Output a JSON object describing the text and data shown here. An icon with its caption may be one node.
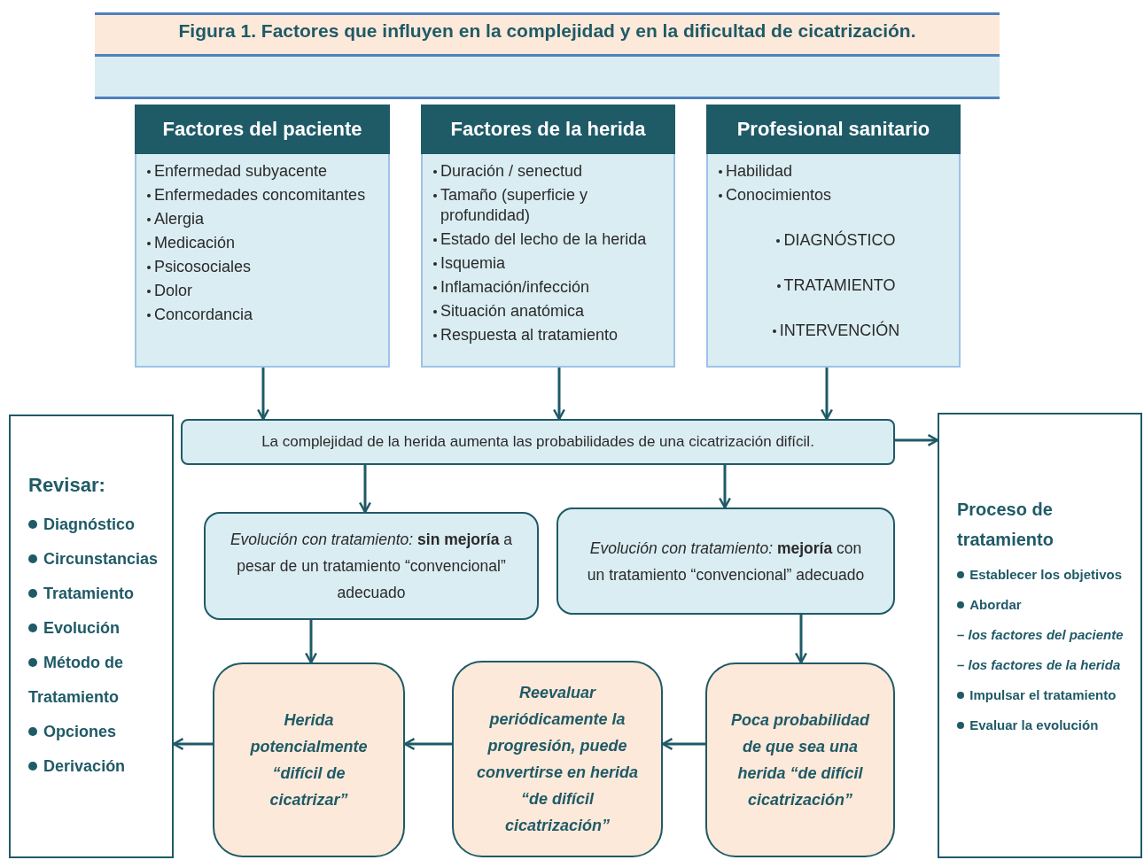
{
  "diagram": {
    "title": "Figura 1. Factores que influyen en la complejidad y en la dificultad de cicatrización.",
    "nodes": [
      {
        "text": [
          "Factores del paciente",
          "Enfermedad subyacente",
          "Enfermedades concomitantes",
          "Alergia",
          "Medicación",
          "Psicosociales",
          "Dolor",
          "Concordancia"
        ]
      },
      {
        "text": [
          "Factores de la herida",
          "Duración / senectud",
          "Tamaño (superficie y profundidad)",
          "Estado del lecho de la herida",
          "Isquemia",
          "Inflamación/infección",
          "Situación anatómica",
          "Respuesta al tratamiento"
        ]
      },
      {
        "text": [
          "Profesional sanitario",
          "Habilidad",
          "Conocimientos",
          "DIAGNÓSTICO",
          "TRATAMIENTO",
          "INTERVENCIÓN"
        ]
      },
      {
        "text": [
          "La complejidad de la herida aumenta las probabilidades de una cicatrización difícil."
        ]
      },
      {
        "text": [
          "Revisar:",
          "Diagnóstico",
          "Circunstancias",
          "Tratamiento",
          "Evolución",
          "Método de Tratamiento",
          "Opciones",
          "Derivación"
        ]
      },
      {
        "text": [
          "Proceso de tratamiento",
          "Establecer los objetivos",
          "Abordar",
          "*– los factores del paciente*",
          "*– los factores de la herida*",
          "Impulsar el tratamiento",
          "Evaluar la evolución"
        ]
      },
      {
        "text": [
          "*Evolución con tratamiento:* **sin mejoría** a pesar de un tratamiento “convencional” adecuado"
        ]
      },
      {
        "text": [
          "*Evolución con tratamiento:* **mejoría** con un tratamiento “convencional” adecuado"
        ]
      },
      {
        "text": [
          "Herida potencialmente “difícil de cicatrizar”"
        ]
      },
      {
        "text": [
          "Reevaluar periódicamente la progresión, puede convertirse en herida “de difícil cicatrización”"
        ]
      },
      {
        "text": [
          "Poca probabilidad de que sea una herida “de difícil cicatrización”"
        ]
      }
    ],
    "edges": [
      {
        "from": 0,
        "to": 3,
        "arrow": "to"
      },
      {
        "from": 1,
        "to": 3,
        "arrow": "to"
      },
      {
        "from": 2,
        "to": 3,
        "arrow": "to"
      },
      {
        "from": 3,
        "to": 5,
        "arrow": "to"
      },
      {
        "from": 3,
        "to": 6,
        "arrow": "to"
      },
      {
        "from": 3,
        "to": 7,
        "arrow": "to"
      },
      {
        "from": 6,
        "to": 8,
        "arrow": "to"
      },
      {
        "from": 7,
        "to": 10,
        "arrow": "to"
      },
      {
        "from": 10,
        "to": 9,
        "arrow": "to"
      },
      {
        "from": 9,
        "to": 8,
        "arrow": "to"
      },
      {
        "from": 8,
        "to": 4,
        "arrow": "to"
      }
    ]
  }
}
